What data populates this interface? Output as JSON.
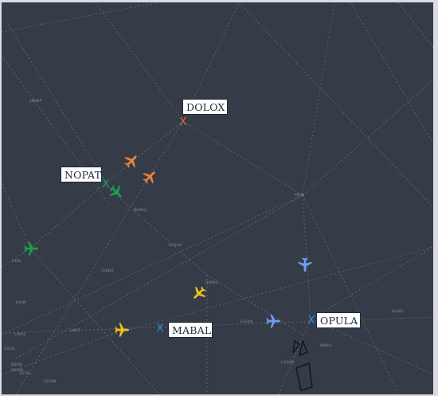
{
  "map": {
    "background": "#353c48",
    "route_color": "#6d7682",
    "frame_color": "#d9dde2"
  },
  "waypoints": {
    "dolox": {
      "name": "DOLOX",
      "mark": "X",
      "color": "#e0693a"
    },
    "nopat": {
      "name": "NOPAT",
      "mark": "X",
      "color": "#1aa34a"
    },
    "mabal": {
      "name": "MABAL",
      "mark": "X",
      "color": "#2f8fd6"
    },
    "opula": {
      "name": "OPULA",
      "mark": "X",
      "color": "#2f8fd6"
    }
  },
  "fixes": [
    {
      "label": "JNRBP"
    },
    {
      "label": "MUBI"
    },
    {
      "label": "BOMIG"
    },
    {
      "label": "EUSAK"
    },
    {
      "label": "HEBI"
    },
    {
      "label": "EUBIA"
    },
    {
      "label": "JAPIN"
    },
    {
      "label": "HIMAG"
    },
    {
      "label": "LIMGE"
    },
    {
      "label": "LIMIT"
    },
    {
      "label": "ELSOK"
    },
    {
      "label": "ISUKO"
    },
    {
      "label": "AMPIS"
    },
    {
      "label": "LASAN"
    },
    {
      "label": "COLO"
    },
    {
      "label": "EBON"
    },
    {
      "label": "EBOMI"
    },
    {
      "label": "KETEL"
    },
    {
      "label": "LELON"
    }
  ],
  "aircraft": [
    {
      "color": "#ee8238",
      "heading": 45
    },
    {
      "color": "#ee8238",
      "heading": 45
    },
    {
      "color": "#1aa34a",
      "heading": 135
    },
    {
      "color": "#1aa34a",
      "heading": 90
    },
    {
      "color": "#f2c21a",
      "heading": 90
    },
    {
      "color": "#f2c21a",
      "heading": 225
    },
    {
      "color": "#6f9df0",
      "heading": 180
    },
    {
      "color": "#6f9df0",
      "heading": 90
    }
  ]
}
